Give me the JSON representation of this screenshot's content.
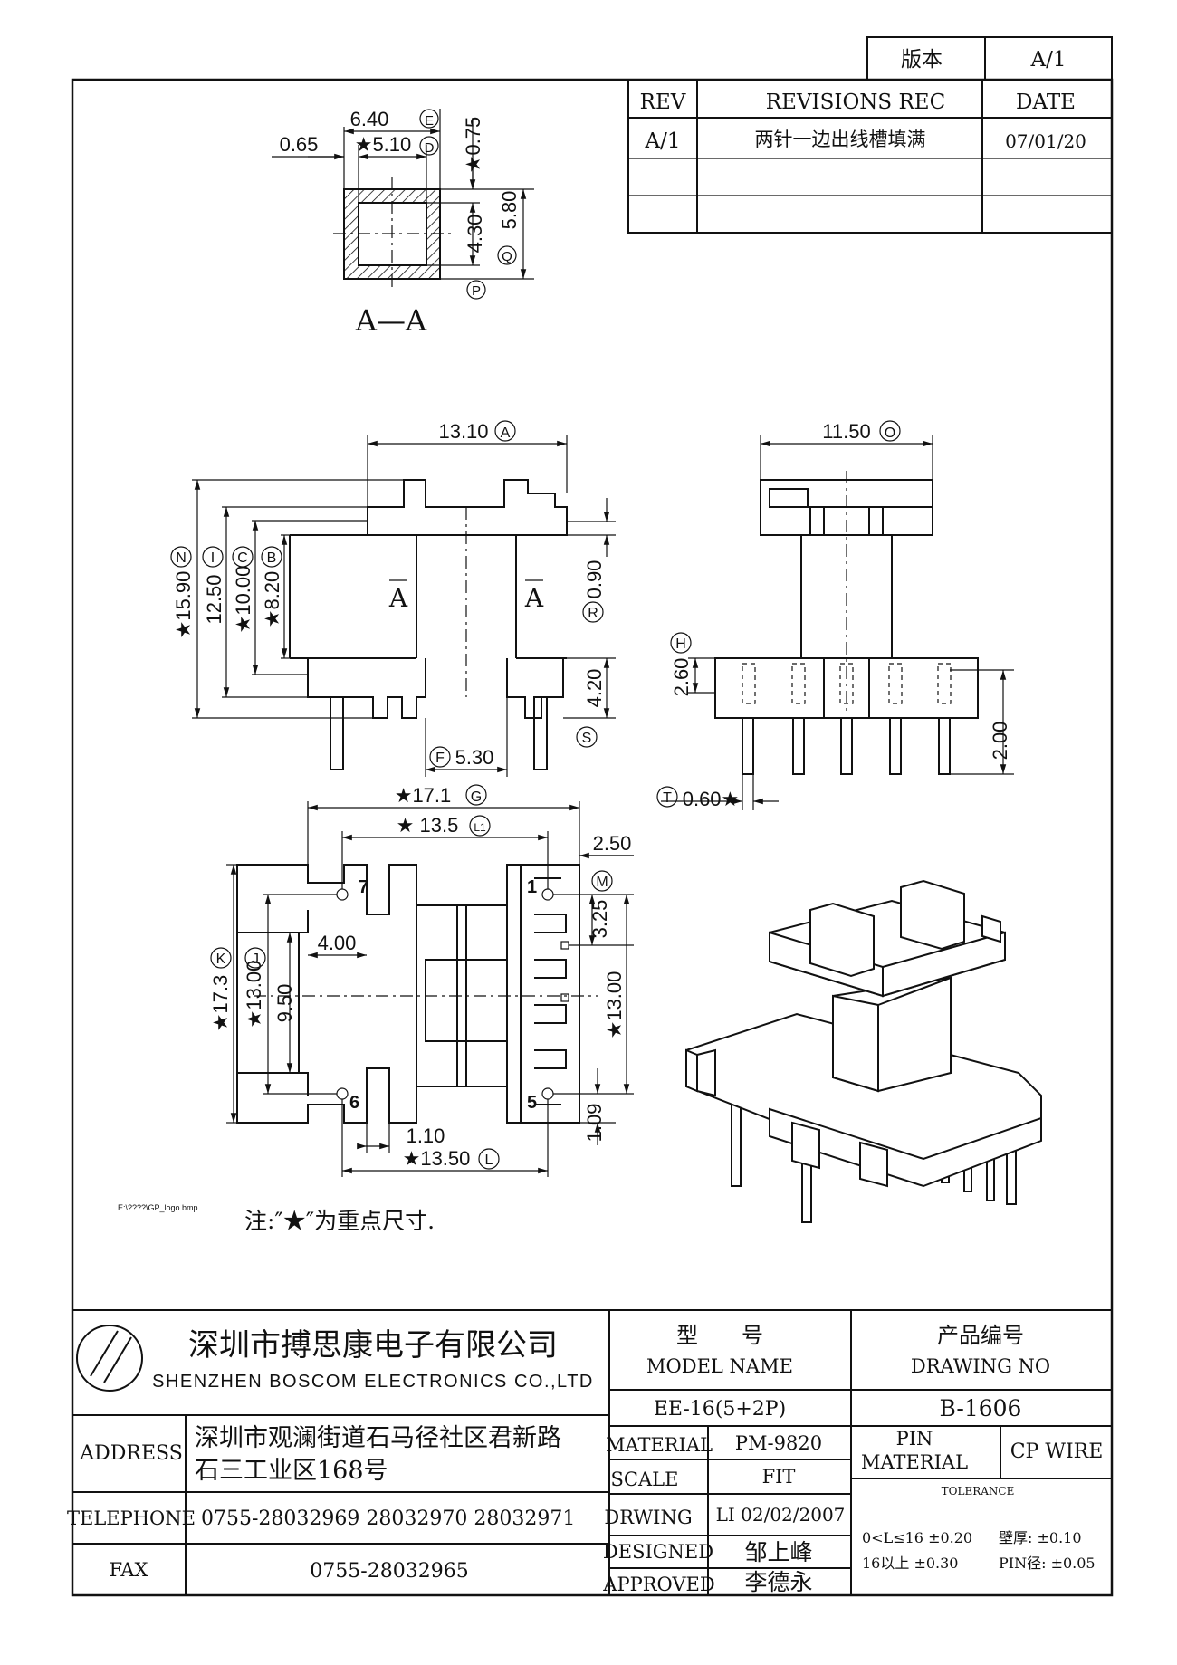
{
  "version_box": {
    "label": "版本",
    "value": "A/1"
  },
  "revisions": {
    "headers": {
      "rev": "REV",
      "rec": "REVISIONS REC",
      "date": "DATE"
    },
    "rows": [
      {
        "rev": "A/1",
        "rec": "两针一边出线槽填满",
        "date": "07/01/20"
      }
    ]
  },
  "section_view": {
    "title": "A—A",
    "dims": {
      "width_total": "6.40",
      "width_inner": "★5.10",
      "left_offset": "0.65",
      "wall": "★0.75",
      "inner_h": "4.30",
      "outer_h": "5.80"
    },
    "tags": {
      "width_total": "E",
      "width_inner": "D",
      "outer_h": "Q",
      "inner_h": "P"
    }
  },
  "front_view": {
    "section_mark": "A",
    "dims": {
      "top_width": "13.10",
      "n": "★15.90",
      "i": "12.50",
      "c": "★10.00",
      "b": "★8.20",
      "r": "0.90",
      "base": "4.20",
      "core": "5.30"
    },
    "tags": {
      "top_width": "A",
      "n": "N",
      "i": "I",
      "c": "C",
      "b": "B",
      "r": "R",
      "base": "S",
      "core": "F"
    }
  },
  "side_view": {
    "dims": {
      "width": "11.50",
      "h": "2.60",
      "pin_len": "2.00",
      "pin_dia": "0.60★"
    },
    "tags": {
      "width": "O",
      "h": "H",
      "pin_dia": "T"
    }
  },
  "bottom_view": {
    "dims": {
      "g": "★17.1",
      "l1": "★ 13.5",
      "m": "2.50",
      "m2": "3.25",
      "k": "★17.3",
      "j": "★13.00",
      "slot_h": "9.50",
      "slot_w": "4.00",
      "right_h": "★13.00",
      "low": "1.09",
      "pin_off": "1.10",
      "l": "★13.50"
    },
    "tags": {
      "g": "G",
      "l1": "L1",
      "m": "M",
      "k": "K",
      "j": "J",
      "l": "L"
    },
    "pins": [
      "1",
      "5",
      "6",
      "7"
    ]
  },
  "logo_path": "E:\\????\\GP_logo.bmp",
  "note": "注:″★″为重点尺寸.",
  "company": {
    "name_cn": "深圳市搏思康电子有限公司",
    "name_en": "SHENZHEN BOSCOM ELECTRONICS CO.,LTD",
    "address_label": "ADDRESS",
    "address_line1": "深圳市观澜街道石马径社区君新路",
    "address_line2": "石三工业区168号",
    "telephone_label": "TELEPHONE",
    "telephone": "0755-28032969 28032970 28032971",
    "fax_label": "FAX",
    "fax": "0755-28032965"
  },
  "title_block": {
    "model_label_cn": "型　　号",
    "model_label_en": "MODEL NAME",
    "model_value": "EE-16(5+2P)",
    "drawing_label_cn": "产品编号",
    "drawing_label_en": "DRAWING NO",
    "drawing_value": "B-1606",
    "material_label": "MATERIAL",
    "material_value": "PM-9820",
    "scale_label": "SCALE",
    "scale_value": "FIT",
    "drwing_label": "DRWING",
    "drwing_value": "LI 02/02/2007",
    "designed_label": "DESIGNED",
    "designed_value": "邹上峰",
    "approved_label": "APPROVED",
    "approved_value": "李德永",
    "pin_material_label_1": "PIN",
    "pin_material_label_2": "MATERIAL",
    "pin_material_value": "CP WIRE",
    "tolerance_label": "TOLERANCE",
    "tol_1a": "0<L≤16  ±0.20",
    "tol_1b": "壁厚:  ±0.10",
    "tol_2a": "16以上     ±0.30",
    "tol_2b": "PIN径: ±0.05"
  }
}
